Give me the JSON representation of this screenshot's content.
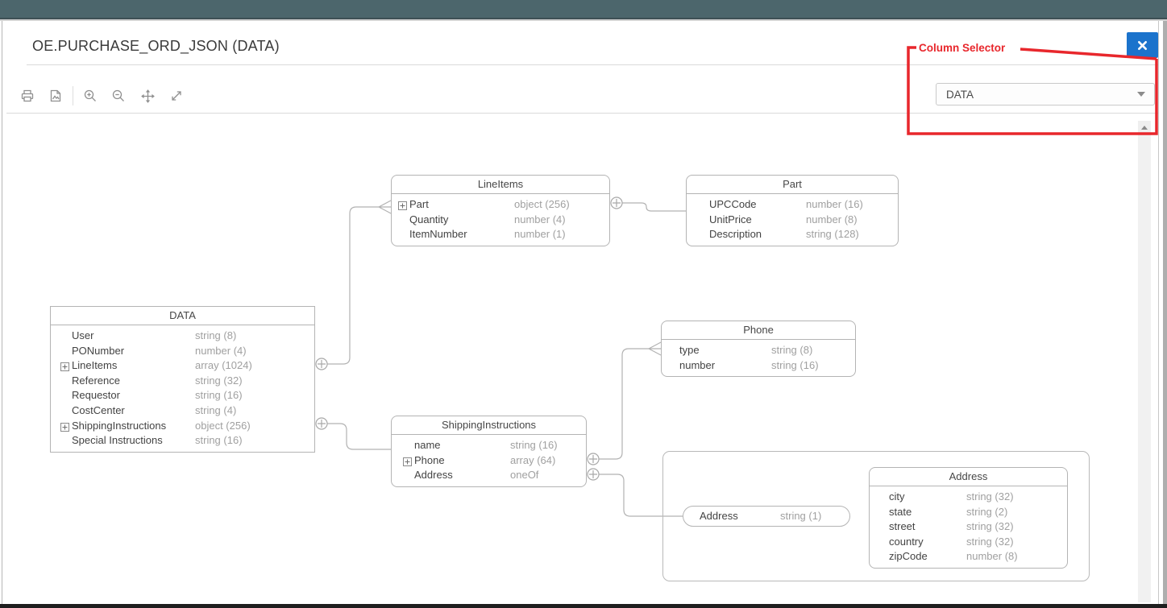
{
  "window": {
    "title": "OE.PURCHASE_ORD_JSON (DATA)"
  },
  "annotation": {
    "label": "Column Selector",
    "color": "#e8272c"
  },
  "column_selector": {
    "value": "DATA"
  },
  "toolbar": {
    "icons": [
      "print",
      "export-image",
      "zoom-in",
      "zoom-out",
      "pan",
      "fit-to-window"
    ]
  },
  "diagram": {
    "tables": [
      {
        "id": "lineitems",
        "title": "LineItems",
        "rows": [
          {
            "name": "Part",
            "type": "object (256)",
            "expander": true
          },
          {
            "name": "Quantity",
            "type": "number (4)",
            "expander": false
          },
          {
            "name": "ItemNumber",
            "type": "number (1)",
            "expander": false
          }
        ]
      },
      {
        "id": "part",
        "title": "Part",
        "rows": [
          {
            "name": "UPCCode",
            "type": "number (16)",
            "expander": false
          },
          {
            "name": "UnitPrice",
            "type": "number (8)",
            "expander": false
          },
          {
            "name": "Description",
            "type": "string (128)",
            "expander": false
          }
        ]
      },
      {
        "id": "data",
        "title": "DATA",
        "rows": [
          {
            "name": "User",
            "type": "string (8)",
            "expander": false
          },
          {
            "name": "PONumber",
            "type": "number (4)",
            "expander": false
          },
          {
            "name": "LineItems",
            "type": "array (1024)",
            "expander": true
          },
          {
            "name": "Reference",
            "type": "string (32)",
            "expander": false
          },
          {
            "name": "Requestor",
            "type": "string (16)",
            "expander": false
          },
          {
            "name": "CostCenter",
            "type": "string (4)",
            "expander": false
          },
          {
            "name": "ShippingInstructions",
            "type": "object (256)",
            "expander": true
          },
          {
            "name": "Special Instructions",
            "type": "string (16)",
            "expander": false
          }
        ]
      },
      {
        "id": "phone",
        "title": "Phone",
        "rows": [
          {
            "name": "type",
            "type": "string (8)",
            "expander": false
          },
          {
            "name": "number",
            "type": "string (16)",
            "expander": false
          }
        ]
      },
      {
        "id": "shipping",
        "title": "ShippingInstructions",
        "rows": [
          {
            "name": "name",
            "type": "string (16)",
            "expander": false
          },
          {
            "name": "Phone",
            "type": "array (64)",
            "expander": true
          },
          {
            "name": "Address",
            "type": "oneOf",
            "expander": false
          }
        ]
      },
      {
        "id": "address",
        "title": "Address",
        "rows": [
          {
            "name": "city",
            "type": "string (32)",
            "expander": false
          },
          {
            "name": "state",
            "type": "string (2)",
            "expander": false
          },
          {
            "name": "street",
            "type": "string (32)",
            "expander": false
          },
          {
            "name": "country",
            "type": "string (32)",
            "expander": false
          },
          {
            "name": "zipCode",
            "type": "number (8)",
            "expander": false
          }
        ]
      }
    ],
    "standalone_field": {
      "name": "Address",
      "type": "string (1)"
    }
  }
}
